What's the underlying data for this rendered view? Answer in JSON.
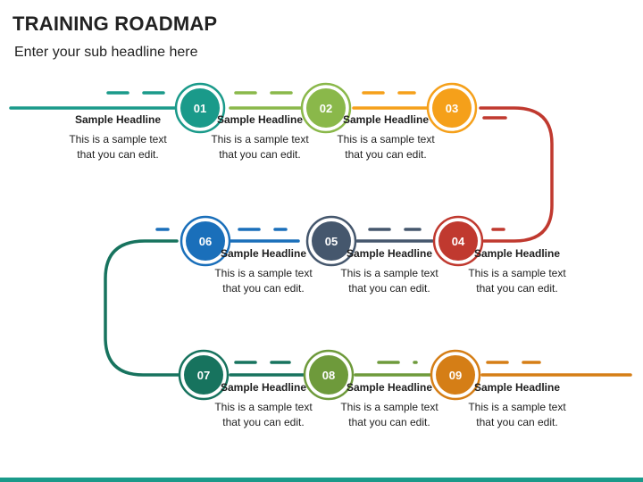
{
  "header": {
    "title": "TRAINING ROADMAP",
    "subtitle": "Enter your sub headline here"
  },
  "steps": [
    {
      "number": "01",
      "color": "#1a9a8a",
      "headline": "Sample Headline",
      "body": "This is a sample text that you can edit."
    },
    {
      "number": "02",
      "color": "#8ab84a",
      "headline": "Sample Headline",
      "body": "This is a sample text that you can edit."
    },
    {
      "number": "03",
      "color": "#f5a01a",
      "headline": "Sample Headline",
      "body": "This is a sample text that you can edit."
    },
    {
      "number": "04",
      "color": "#c0392f",
      "headline": "Sample Headline",
      "body": "This is a sample text that you can edit."
    },
    {
      "number": "05",
      "color": "#45576d",
      "headline": "Sample Headline",
      "body": "This is a sample text that you can edit."
    },
    {
      "number": "06",
      "color": "#1a6fba",
      "headline": "Sample Headline",
      "body": "This is a sample text that you can edit."
    },
    {
      "number": "07",
      "color": "#17735e",
      "headline": "Sample Headline",
      "body": "This is a sample text that you can edit."
    },
    {
      "number": "08",
      "color": "#6e9a3b",
      "headline": "Sample Headline",
      "body": "This is a sample text that you can edit."
    },
    {
      "number": "09",
      "color": "#d57e16",
      "headline": "Sample Headline",
      "body": "This is a sample text that you can edit."
    }
  ]
}
